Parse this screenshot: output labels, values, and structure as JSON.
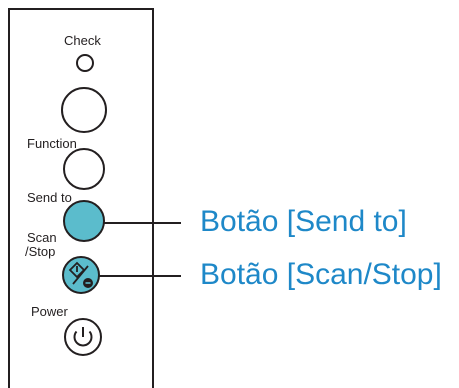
{
  "colors": {
    "accent": "#5bbccc",
    "callout": "#1e88c8",
    "stroke": "#231f20"
  },
  "panel": {
    "check_label": "Check",
    "function_label": "Function",
    "send_to_label": "Send to",
    "scan_label_line1": "Scan",
    "scan_label_line2": "/Stop",
    "power_label": "Power"
  },
  "icons": {
    "scan_stop": "scan-stop-icon",
    "power": "power-icon"
  },
  "callouts": {
    "send_to": "Botão [Send to]",
    "scan_stop": "Botão [Scan/Stop]"
  }
}
